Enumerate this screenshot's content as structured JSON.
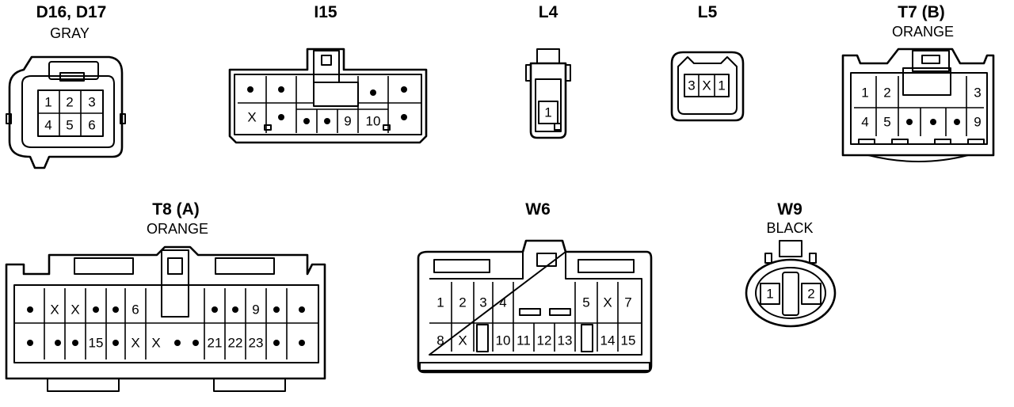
{
  "connectors": {
    "d16_d17": {
      "title": "D16, D17",
      "color": "GRAY",
      "pins": [
        "1",
        "2",
        "3",
        "4",
        "5",
        "6"
      ]
    },
    "i15": {
      "title": "I15",
      "pins": [
        "X",
        "9",
        "10"
      ]
    },
    "l4": {
      "title": "L4",
      "pins": [
        "1"
      ]
    },
    "l5": {
      "title": "L5",
      "pins": [
        "3",
        "X",
        "1"
      ]
    },
    "t7b": {
      "title": "T7 (B)",
      "color": "ORANGE",
      "pins": [
        "1",
        "2",
        "3",
        "4",
        "5",
        "9"
      ]
    },
    "t8a": {
      "title": "T8 (A)",
      "color": "ORANGE",
      "pins": [
        "X",
        "X",
        "6",
        "9",
        "15",
        "X",
        "X",
        "21",
        "22",
        "23"
      ]
    },
    "w6": {
      "title": "W6",
      "pins": [
        "1",
        "2",
        "3",
        "4",
        "5",
        "X",
        "7",
        "8",
        "X",
        "10",
        "11",
        "12",
        "13",
        "14",
        "15"
      ]
    },
    "w9": {
      "title": "W9",
      "color": "BLACK",
      "pins": [
        "1",
        "2"
      ]
    }
  }
}
